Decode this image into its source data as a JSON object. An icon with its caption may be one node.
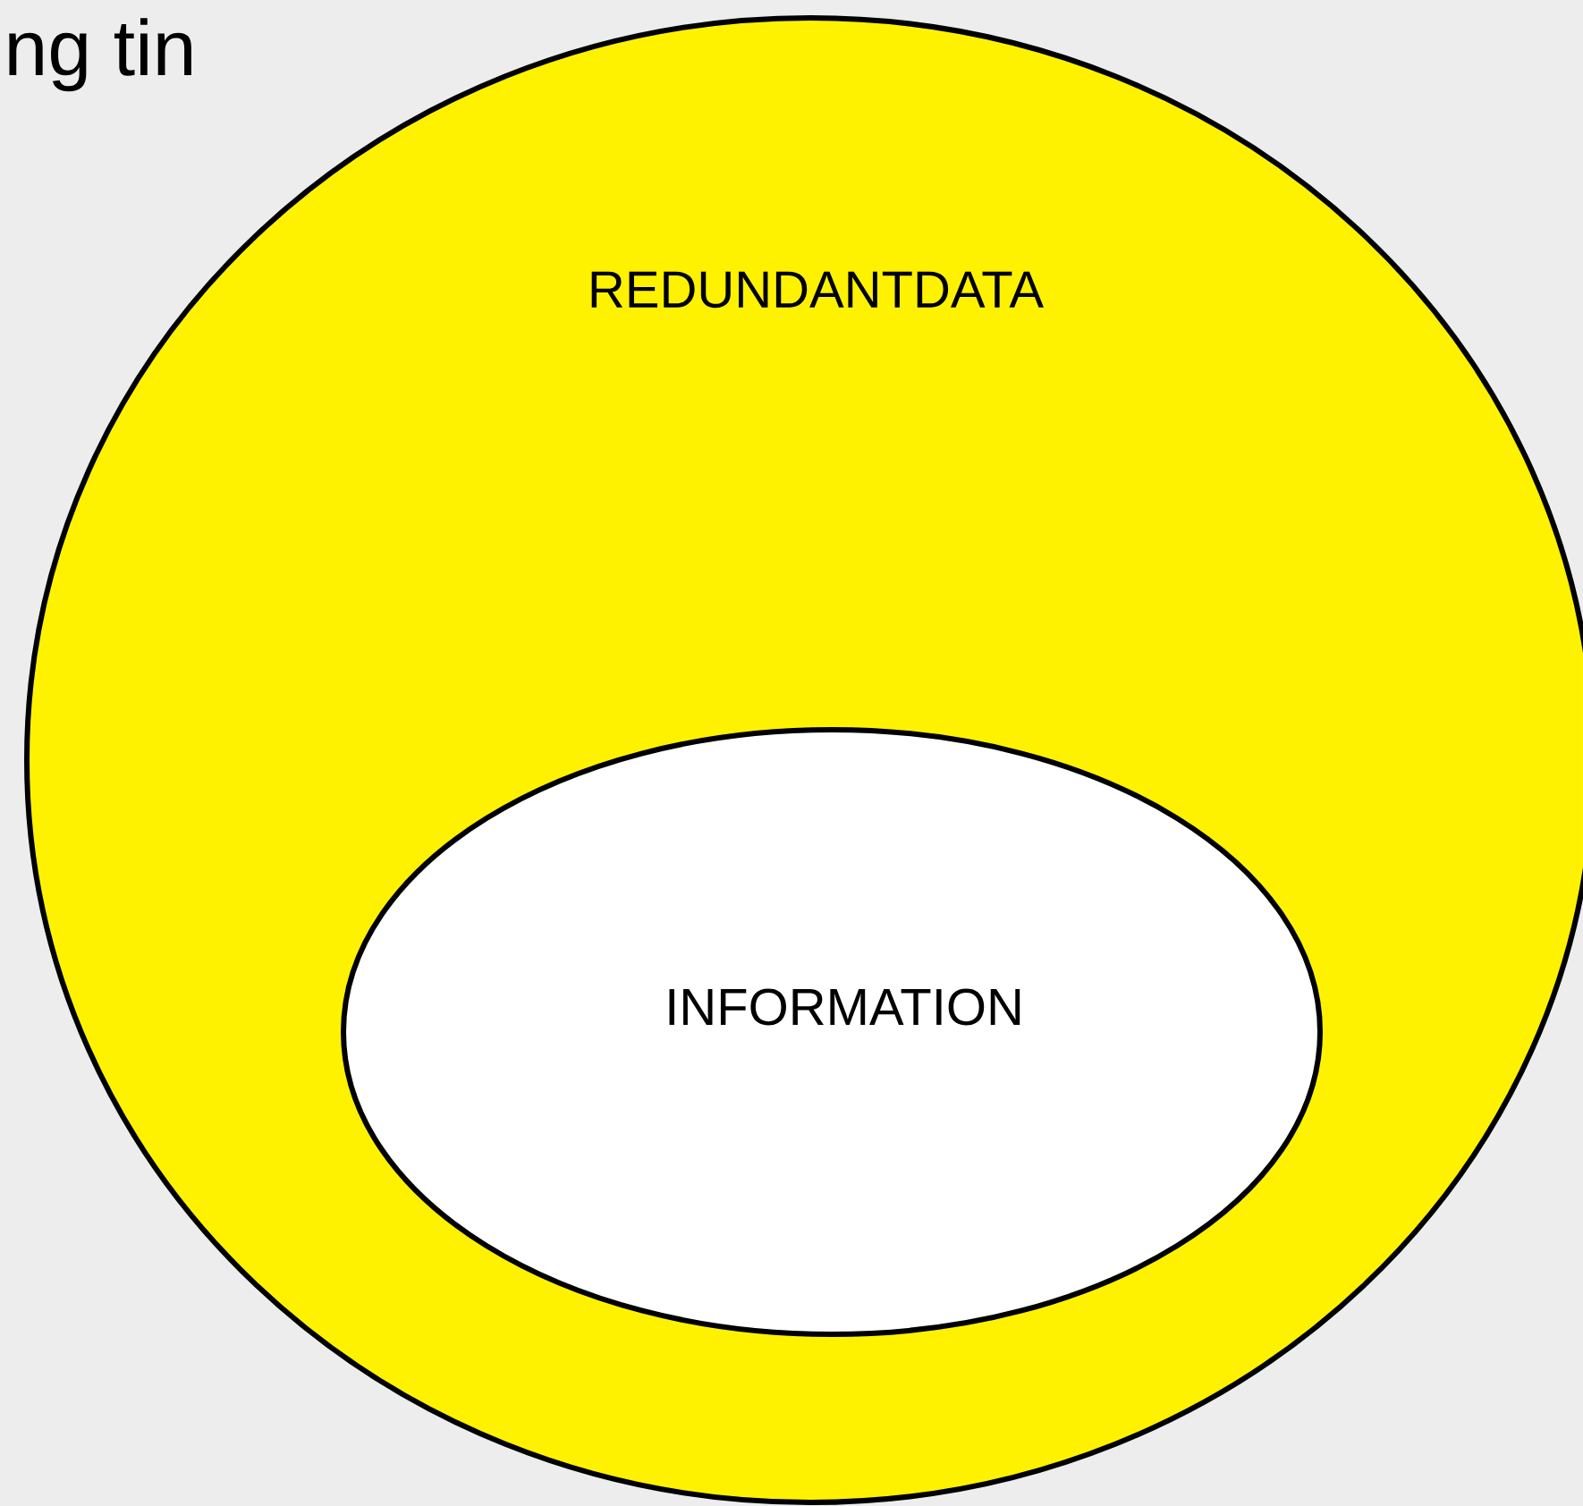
{
  "diagram": {
    "nodes": [
      {
        "text": [
          "REDUNDANTDATA"
        ]
      },
      {
        "text": [
          "INFORMATION"
        ],
        "in": 0
      }
    ],
    "labels": [
      "ng tin"
    ]
  }
}
